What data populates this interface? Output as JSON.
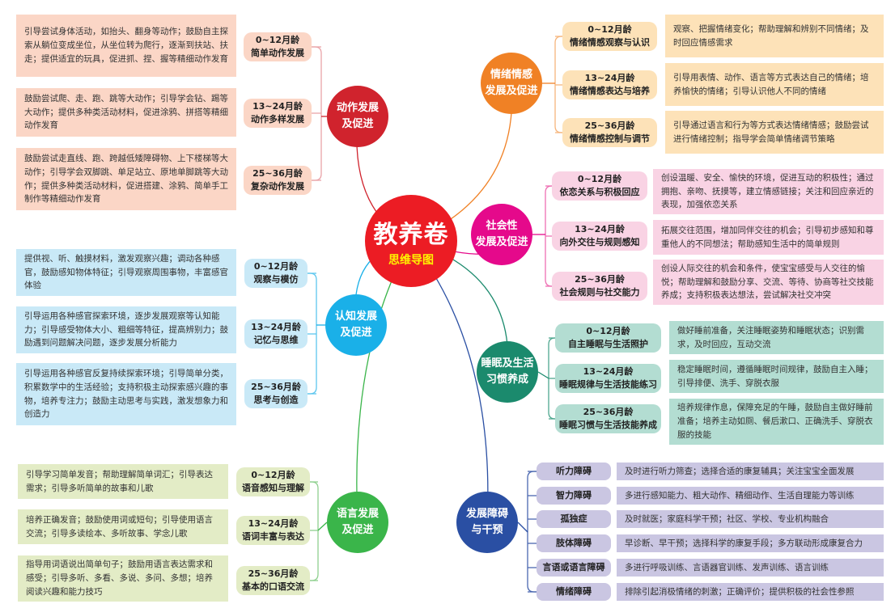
{
  "center": {
    "title": "教养卷",
    "subtitle": "思维导图"
  },
  "sections": [
    {
      "id": "motor",
      "title_lines": [
        "动作发展",
        "及促进"
      ],
      "color": "#d0232d",
      "label_bg": "#fbd6c6",
      "detail_bg": "#fbd6c6",
      "line_color": "#e9a3a8",
      "items": [
        {
          "age": "0~12月龄",
          "topic": "简单动作发展",
          "detail": "引导尝试身体活动，如抬头、翻身等动作；鼓励自主探索从躺位变成坐位，从坐位转为爬行，逐渐到扶站、扶走；提供适宜的玩具，促进抓、捏、握等精细动作发育"
        },
        {
          "age": "13~24月龄",
          "topic": "动作多样发展",
          "detail": "鼓励尝试爬、走、跑、跳等大动作；引导学会钻、踢等大动作；提供多种类活动材料，促进涂鸦、拼搭等精细动作发育"
        },
        {
          "age": "25~36月龄",
          "topic": "复杂动作发展",
          "detail": "鼓励尝试走直线、跑、跨越低矮障碍物、上下楼梯等大动作；引导学会双脚跳、单足站立、原地单脚跳等大动作；提供多种类活动材料，促进搭建、涂鸦、简单手工制作等精细动作发育"
        }
      ]
    },
    {
      "id": "emotion",
      "title_lines": [
        "情绪情感",
        "发展及促进"
      ],
      "color": "#f08125",
      "label_bg": "#fde2b8",
      "detail_bg": "#fde2b8",
      "line_color": "#f6b57c",
      "items": [
        {
          "age": "0~12月龄",
          "topic": "情绪情感观察与认识",
          "detail": "观察、把握情绪变化；帮助理解和辨别不同情绪；及时回应情感需求"
        },
        {
          "age": "13~24月龄",
          "topic": "情绪情感表达与培养",
          "detail": "引导用表情、动作、语言等方式表达自己的情绪；培养愉快的情绪；引导认识他人不同的情绪"
        },
        {
          "age": "25~36月龄",
          "topic": "情绪情感控制与调节",
          "detail": "引导通过语言和行为等方式表达情绪情感；鼓励尝试进行情绪控制；指导学会简单情绪调节策略"
        }
      ]
    },
    {
      "id": "social",
      "title_lines": [
        "社会性",
        "发展及促进"
      ],
      "color": "#e5098b",
      "label_bg": "#f9d3e4",
      "detail_bg": "#f9d3e4",
      "line_color": "#ee6fb3",
      "items": [
        {
          "age": "0~12月龄",
          "topic": "依恋关系与积极回应",
          "detail": "创设温暖、安全、愉快的环境，促进互动的积极性；通过拥抱、亲吻、抚摸等，建立情感链接；关注和回应亲近的表现，加强依恋关系"
        },
        {
          "age": "13~24月龄",
          "topic": "向外交往与规则感知",
          "detail": "拓展交往范围，增加同伴交往的机会；引导初步感知和尊重他人的不同想法；帮助感知生活中的简单规则"
        },
        {
          "age": "25~36月龄",
          "topic": "社会规则与社交能力",
          "detail": "创设人际交往的机会和条件，使宝宝感受与人交往的愉悦；帮助理解和鼓励分享、交流、等待、协商等社交技能养成；支持积极表达想法，尝试解决社交冲突"
        }
      ]
    },
    {
      "id": "cognitive",
      "title_lines": [
        "认知发展",
        "及促进"
      ],
      "color": "#1ab0e8",
      "label_bg": "#c9e9f7",
      "detail_bg": "#c9e9f7",
      "line_color": "#5cc6ee",
      "items": [
        {
          "age": "0~12月龄",
          "topic": "观察与模仿",
          "detail": "提供视、听、触摸材料，激发观察兴趣；调动各种感官，鼓励感知物体特征；引导观察周围事物，丰富感官体验"
        },
        {
          "age": "13~24月龄",
          "topic": "记忆与思维",
          "detail": "引导运用各种感官探索环境，逐步发展观察等认知能力；引导感受物体大小、粗细等特征，提高辨别力；鼓励遇到问题解决问题，逐步发展分析能力"
        },
        {
          "age": "25~36月龄",
          "topic": "思考与创造",
          "detail": "引导运用各种感官反复持续探索环境；引导简单分类，积累数学中的生活经验；支持积极主动探索感兴趣的事物，培养专注力；鼓励主动思考与实践，激发想象力和创造力"
        }
      ]
    },
    {
      "id": "sleep",
      "title_lines": [
        "睡眠及生活",
        "习惯养成"
      ],
      "color": "#1b8a6d",
      "label_bg": "#b3ddd2",
      "detail_bg": "#b3ddd2",
      "line_color": "#4ea78f",
      "items": [
        {
          "age": "0~12月龄",
          "topic": "自主睡眠与生活照护",
          "detail": "做好睡前准备，关注睡眠姿势和睡眠状态；识别需求，及时回应，互动交流"
        },
        {
          "age": "13~24月龄",
          "topic": "睡眠规律与生活技能练习",
          "detail": "稳定睡眠时间，遵循睡眠时间规律，鼓励自主入睡；引导排便、洗手、穿脱衣服"
        },
        {
          "age": "25~36月龄",
          "topic": "睡眠习惯与生活技能养成",
          "detail": "培养规律作息，保障充足的午睡，鼓励自主做好睡前准备；培养主动如厕、餐后漱口、正确洗手、穿脱衣服的技能"
        }
      ]
    },
    {
      "id": "language",
      "title_lines": [
        "语言发展",
        "及促进"
      ],
      "color": "#3ab54a",
      "label_bg": "#e3ecc6",
      "detail_bg": "#e3ecc6",
      "line_color": "#8fd08f",
      "items": [
        {
          "age": "0~12月龄",
          "topic": "语音感知与理解",
          "detail": "引导学习简单发音；帮助理解简单词汇；引导表达需求；引导多听简单的故事和儿歌"
        },
        {
          "age": "13~24月龄",
          "topic": "语词丰富与表达",
          "detail": "培养正确发音；鼓励使用词或短句；引导使用语言交流；引导多读绘本、多听故事、学念儿歌"
        },
        {
          "age": "25~36月龄",
          "topic": "基本的口语交流",
          "detail": "指导用词语说出简单句子；鼓励用语言表达需求和感受；引导多听、多看、多说、多问、多想；培养阅读兴趣和能力技巧"
        }
      ]
    },
    {
      "id": "disability",
      "title_lines": [
        "发展障碍",
        "与干预"
      ],
      "color": "#2a4fa3",
      "label_bg": "#cac6e2",
      "detail_bg": "#cac6e2",
      "line_color": "#4a67b0",
      "items": [
        {
          "topic": "听力障碍",
          "detail": "及时进行听力筛查；选择合适的康复辅具；关注宝宝全面发展"
        },
        {
          "topic": "智力障碍",
          "detail": "多进行感知能力、粗大动作、精细动作、生活自理能力等训练"
        },
        {
          "topic": "孤独症",
          "detail": "及时就医；家庭科学干预；社区、学校、专业机构融合"
        },
        {
          "topic": "肢体障碍",
          "detail": "早诊断、早干预；选择科学的康复手段；多方联动形成康复合力"
        },
        {
          "topic": "言语或语言障碍",
          "detail": "多进行呼吸训练、言语器官训练、发声训练、语言训练"
        },
        {
          "topic": "情绪障碍",
          "detail": "排除引起消极情绪的刺激；正确评价；提供积极的社会性参照"
        }
      ]
    }
  ]
}
